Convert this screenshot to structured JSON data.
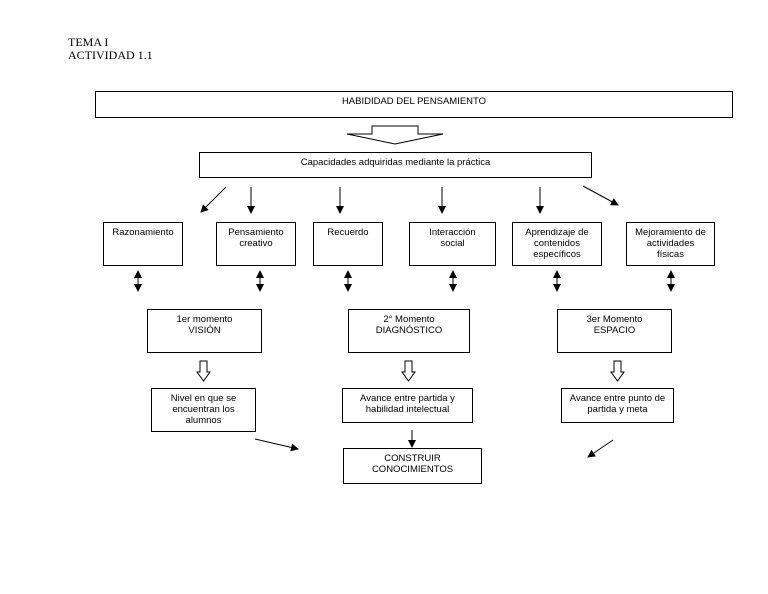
{
  "header": {
    "line1": "TEMA I",
    "line2": "ACTIVIDAD 1.1"
  },
  "diagram": {
    "title": "HABIDIDAD DEL PENSAMIENTO",
    "practice": "Capacidades adquiridas mediante la práctica",
    "capacities": {
      "razonamiento": "Razonamiento",
      "pensamiento": "Pensamiento\ncreativo",
      "recuerdo": "Recuerdo",
      "interaccion": "Interacción\nsocial",
      "aprendizaje": "Aprendizaje de\ncontenidos\nespecíficos",
      "mejoramiento": "Mejoramiento de\nactividades\nfísicas"
    },
    "moments": {
      "m1": "1er momento\nVISIÓN",
      "m2": "2° Momento\nDIAGNÓSTICO",
      "m3": "3er Momento\nESPACIO"
    },
    "outcomes": {
      "o1": "Nivel en que se\nencuentran los\nalumnos",
      "o2": "Avance entre partida y\nhabilidad intelectual",
      "o3": "Avance entre punto de\npartida y meta"
    },
    "final": "CONSTRUIR\nCONOCIMIENTOS"
  }
}
